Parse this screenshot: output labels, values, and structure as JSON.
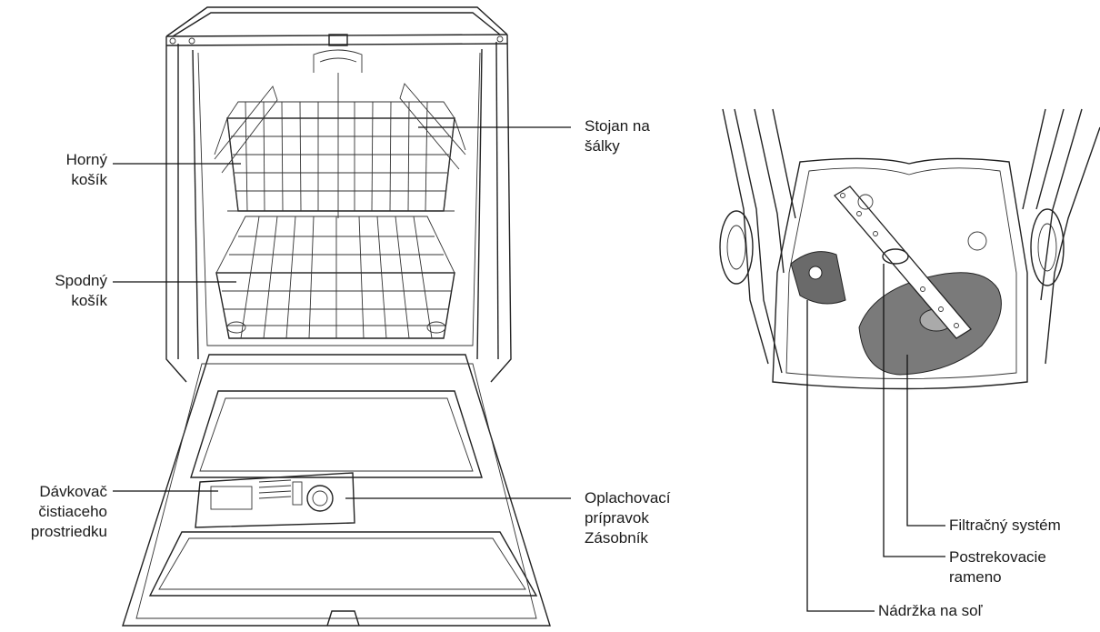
{
  "labels": {
    "upper_basket": [
      "Horný",
      "košík"
    ],
    "cup_rack": [
      "Stojan na",
      "šálky"
    ],
    "lower_basket": [
      "Spodný",
      "košík"
    ],
    "detergent_dispenser": [
      "Dávkovač",
      "čistiaceho",
      "prostriedku"
    ],
    "rinse_aid": [
      "Oplachovací",
      "prípravok",
      "Zásobník"
    ],
    "filter_system": "Filtračný systém",
    "spray_arm": [
      "Postrekovacie",
      "rameno"
    ],
    "salt_container": "Nádržka na soľ"
  },
  "colors": {
    "line": "#222222",
    "filter_fill": "#7a7a7a",
    "salt_fill": "#6a6a6a"
  }
}
